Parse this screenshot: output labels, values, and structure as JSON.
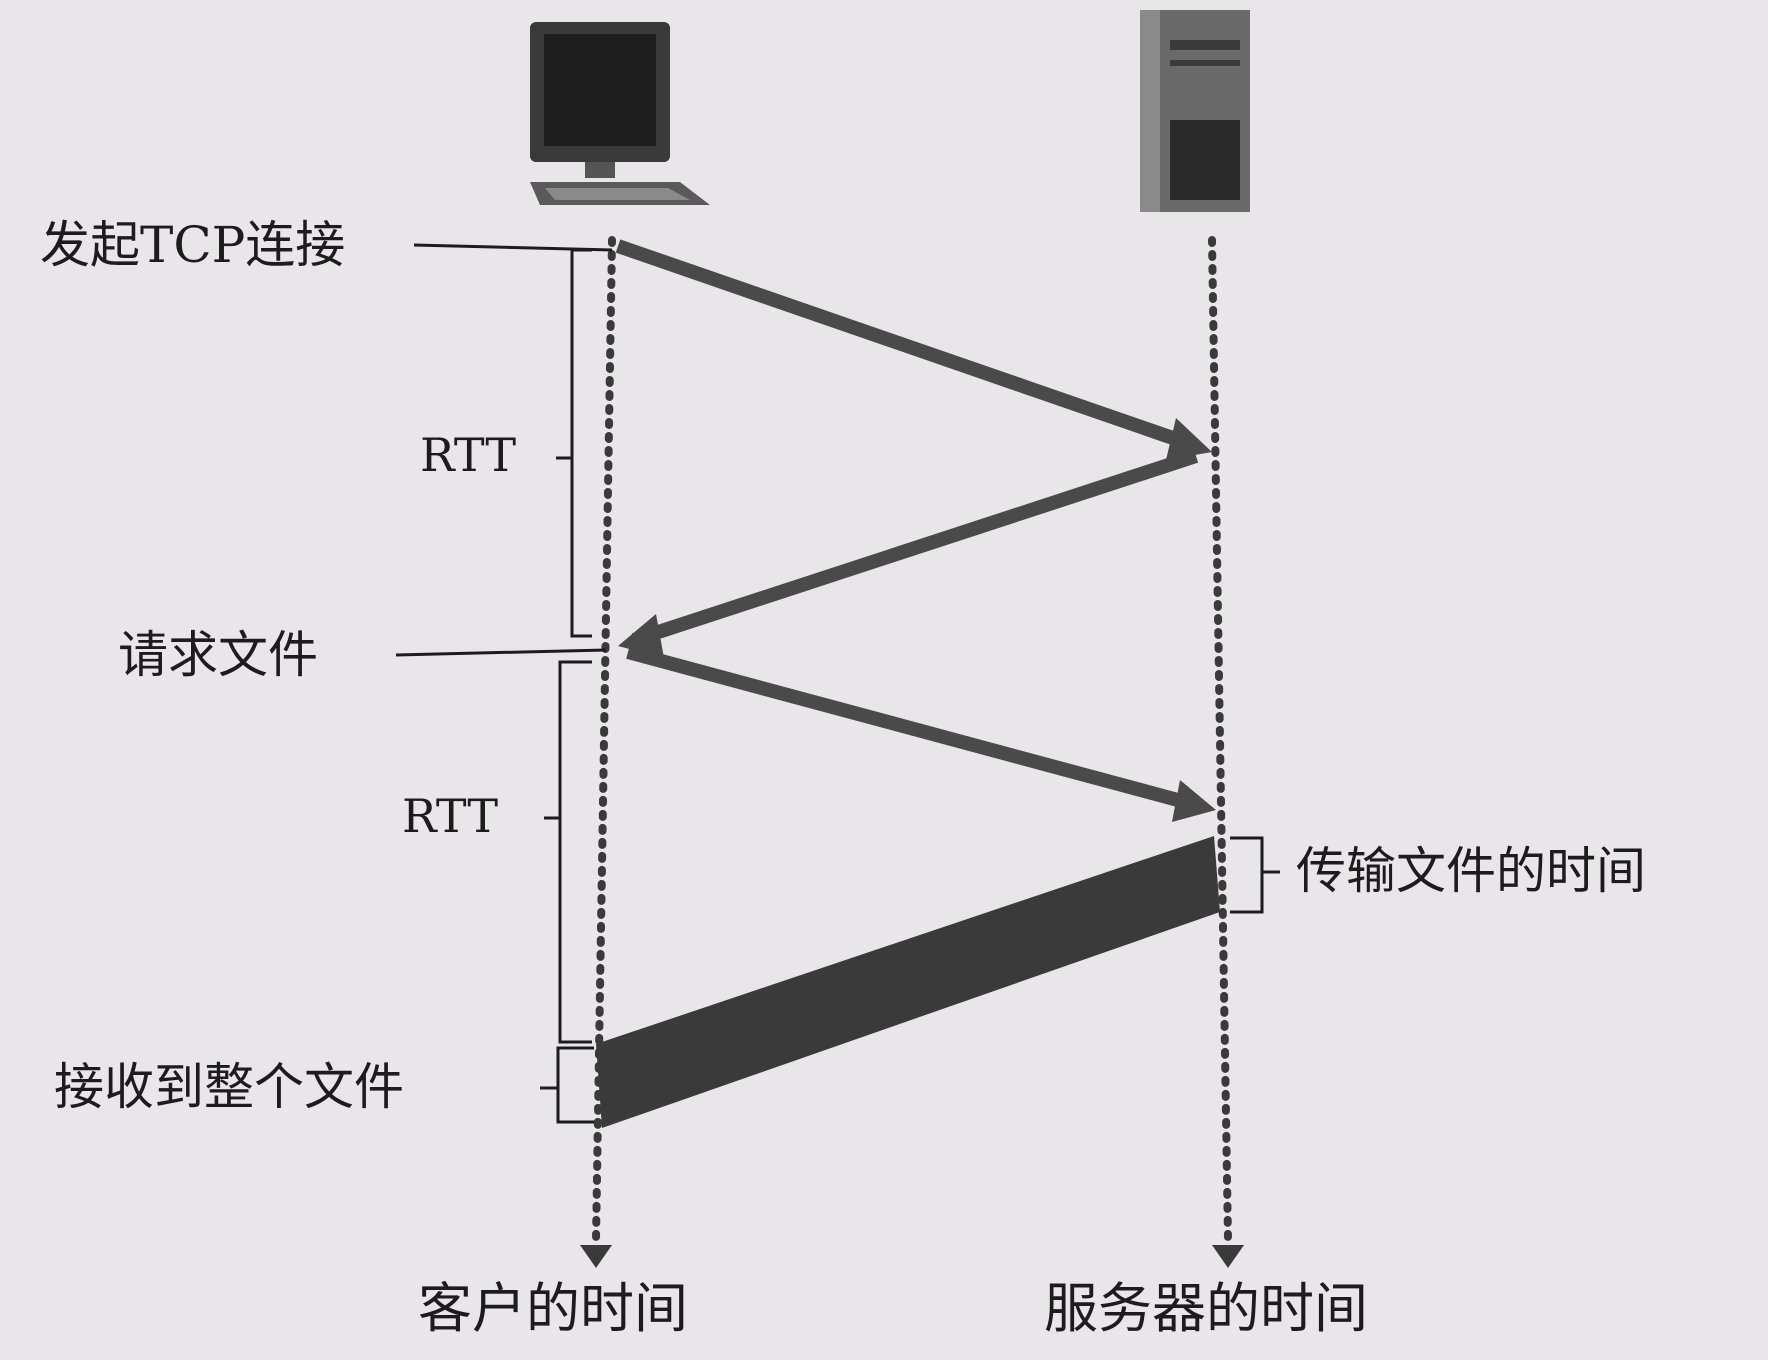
{
  "diagram": {
    "client_label": "客户的时间",
    "server_label": "服务器的时间",
    "events": {
      "initiate": "发起TCP连接",
      "request": "请求文件",
      "receive": "接收到整个文件",
      "transmit": "传输文件的时间"
    },
    "rtt_label": "RTT",
    "colors": {
      "background": "#e9e6ea",
      "arrow": "#4a4a4a",
      "text": "#1c1c1c",
      "timeline": "#3a3a3a"
    },
    "icons": [
      "computer-icon",
      "server-icon"
    ]
  }
}
